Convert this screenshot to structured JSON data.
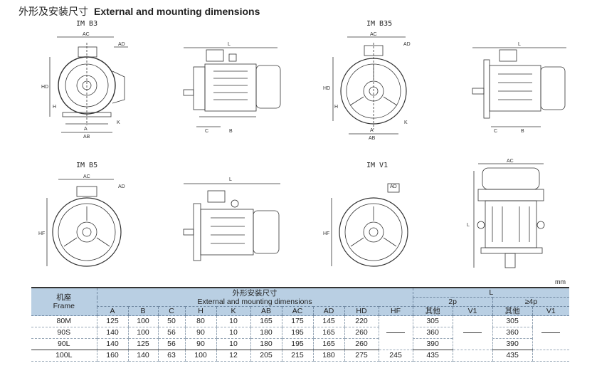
{
  "title": {
    "cn": "外形及安装尺寸",
    "en": "External and mounting dimensions"
  },
  "views": {
    "b3": "IM B3",
    "b35": "IM B35",
    "b5": "IM B5",
    "v1": "IM V1"
  },
  "dims": {
    "ac": "AC",
    "ad": "AD",
    "l": "L",
    "hd": "HD",
    "h": "H",
    "a": "A",
    "ab": "AB",
    "k": "K",
    "c": "C",
    "b": "B",
    "hf": "HF"
  },
  "unit": "mm",
  "table": {
    "frame_cn": "机座",
    "frame_en": "Frame",
    "ext_cn": "外形安装尺寸",
    "ext_en": "External and mounting dimensions",
    "l_header": "L",
    "p2": "2p",
    "p4": "≥4p",
    "columns": [
      "A",
      "B",
      "C",
      "H",
      "K",
      "AB",
      "AC",
      "AD",
      "HD",
      "HF"
    ],
    "other_cn": "其他",
    "v1": "V1",
    "rows": [
      {
        "frame": "80M",
        "vals": [
          "125",
          "100",
          "50",
          "80",
          "10",
          "165",
          "175",
          "145",
          "220"
        ],
        "p2_other": "305",
        "p4_other": "305"
      },
      {
        "frame": "90S",
        "vals": [
          "140",
          "100",
          "56",
          "90",
          "10",
          "180",
          "195",
          "165",
          "260"
        ],
        "p2_other": "360",
        "p4_other": "360"
      },
      {
        "frame": "90L",
        "vals": [
          "140",
          "125",
          "56",
          "90",
          "10",
          "180",
          "195",
          "165",
          "260"
        ],
        "p2_other": "390",
        "p4_other": "390"
      },
      {
        "frame": "100L",
        "vals": [
          "160",
          "140",
          "63",
          "100",
          "12",
          "205",
          "215",
          "180",
          "275"
        ],
        "hf": "245",
        "p2_other": "435",
        "p4_other": "435"
      }
    ]
  }
}
